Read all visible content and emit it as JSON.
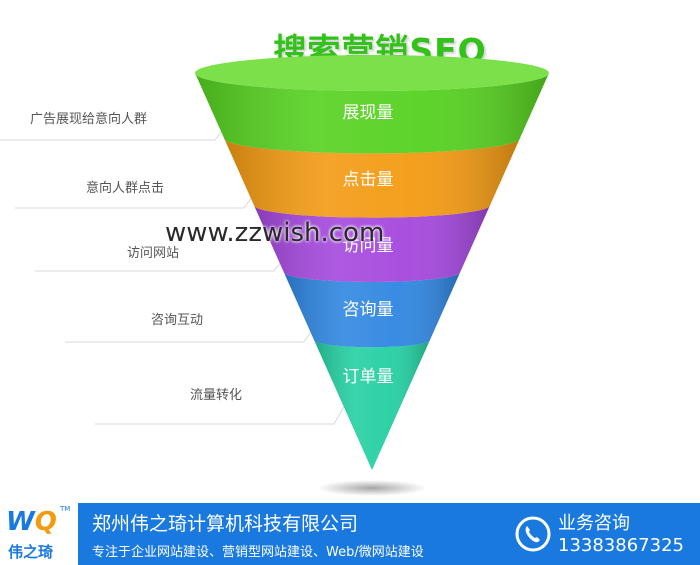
{
  "title": "搜索营销SEO",
  "stages": [
    {
      "name": "展现量",
      "label": "广告展现给意向人群",
      "color": "#55d11f"
    },
    {
      "name": "点击量",
      "label": "意向人群点击",
      "color": "#f39a12"
    },
    {
      "name": "访问量",
      "label": "访问网站",
      "color": "#a447dd"
    },
    {
      "name": "咨询量",
      "label": "咨询互动",
      "color": "#2f86e1"
    },
    {
      "name": "订单量",
      "label": "流量转化",
      "color": "#24cfa1"
    }
  ],
  "watermark": "www.zzwish.com",
  "footer": {
    "logo_text": "伟之琦",
    "logo_tm": "TM",
    "company": "郑州伟之琦计算机科技有限公司",
    "tagline": "专注于企业网站建设、营销型网站建设、Web/微网站建设",
    "consult_label": "业务咨询",
    "phone": "13383867325"
  },
  "colors": {
    "title": "#33c21a",
    "footer_bg": "#1a79de",
    "logo_accent": "#f29b0f"
  }
}
